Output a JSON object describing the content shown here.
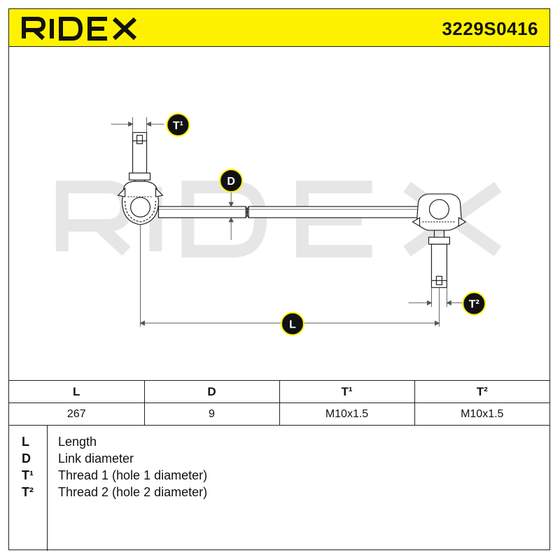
{
  "header": {
    "brand": "RIDEX",
    "part_number": "3229S0416",
    "background_color": "#fff200"
  },
  "drawing": {
    "watermark": "RIDEX",
    "labels": {
      "t1": "T¹",
      "d": "D",
      "l": "L",
      "t2": "T²"
    },
    "badge_color": "#fff200"
  },
  "table": {
    "headers": [
      "L",
      "D",
      "T¹",
      "T²"
    ],
    "values": [
      "267",
      "9",
      "M10x1.5",
      "M10x1.5"
    ]
  },
  "legend": [
    {
      "symbol": "L",
      "description": "Length"
    },
    {
      "symbol": "D",
      "description": "Link diameter"
    },
    {
      "symbol": "T¹",
      "description": "Thread 1 (hole 1 diameter)"
    },
    {
      "symbol": "T²",
      "description": "Thread 2 (hole 2 diameter)"
    }
  ]
}
